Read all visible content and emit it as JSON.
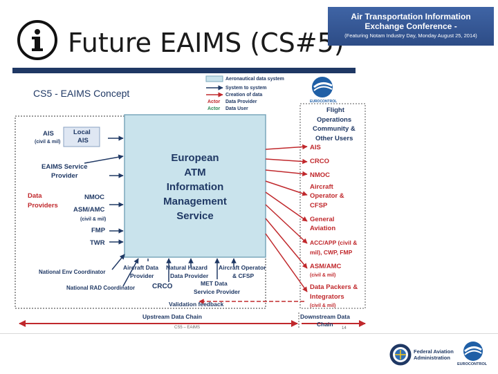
{
  "slide": {
    "title": "Future EAIMS (CS#5)",
    "banner_line1": "Air Transportation Information",
    "banner_line2": "Exchange Conference -",
    "banner_line3": "(Featuring Notam Industry Day, Monday August 25, 2014)"
  },
  "diagram": {
    "heading": "CS5 - EAIMS Concept",
    "legend": [
      "Aeronautical data system",
      "System to system",
      "Creation of data",
      "Actor",
      "Data Provider",
      "Actor",
      "Data User"
    ],
    "center_box": [
      "European",
      "ATM",
      "Information",
      "Management",
      "Service"
    ],
    "left": {
      "ais": "AIS",
      "ais_sub": "(civil & mil)",
      "local_ais_1": "Local",
      "local_ais_2": "AIS",
      "eaims_provider_1": "EAIMS Service",
      "eaims_provider_2": "Provider",
      "data_providers_1": "Data",
      "data_providers_2": "Providers",
      "nmoc": "NMOC",
      "asm_amc": "ASM/AMC",
      "asm_sub": "(civil & mil)",
      "fmp": "FMP",
      "twr": "TWR",
      "national_env": "National Env Coordinator",
      "national_rad": "National RAD Coordinator"
    },
    "bottom": {
      "aircraft_data_1": "Aircraft Data",
      "aircraft_data_2": "Provider",
      "natural_hazard_1": "Natural Hazard",
      "natural_hazard_2": "Data Provider",
      "aircraft_operator_1": "Aircraft Operator",
      "aircraft_operator_2": "& CFSP",
      "crco": "CRCO",
      "met_1": "MET Data",
      "met_2": "Service Provider",
      "validation": "Validation feedback",
      "upstream": "Upstream Data Chain",
      "downstream_1": "Downstream Data",
      "downstream_2": "Chain",
      "footer": "CS5 – EAIMS",
      "page": "14"
    },
    "right": {
      "flight_ops_1": "Flight",
      "flight_ops_2": "Operations",
      "flight_ops_3": "Community &",
      "flight_ops_4": "Other Users",
      "eurocontrol_logo": "EUROCONTROL",
      "users": [
        [
          "AIS"
        ],
        [
          "CRCO"
        ],
        [
          "NMOC"
        ],
        [
          "Aircraft",
          "Operator &",
          "CFSP"
        ],
        [
          "General",
          "Aviation"
        ],
        [
          "ACC/APP (civil &",
          "mil), CWP, FMP"
        ],
        [
          "ASM/AMC",
          "(civil & mil)"
        ],
        [
          "Data Packers &",
          "Integrators",
          "(civil & mil)"
        ]
      ]
    }
  },
  "footer": {
    "faa_1": "Federal Aviation",
    "faa_2": "Administration",
    "eurocontrol": "EUROCONTROL"
  }
}
